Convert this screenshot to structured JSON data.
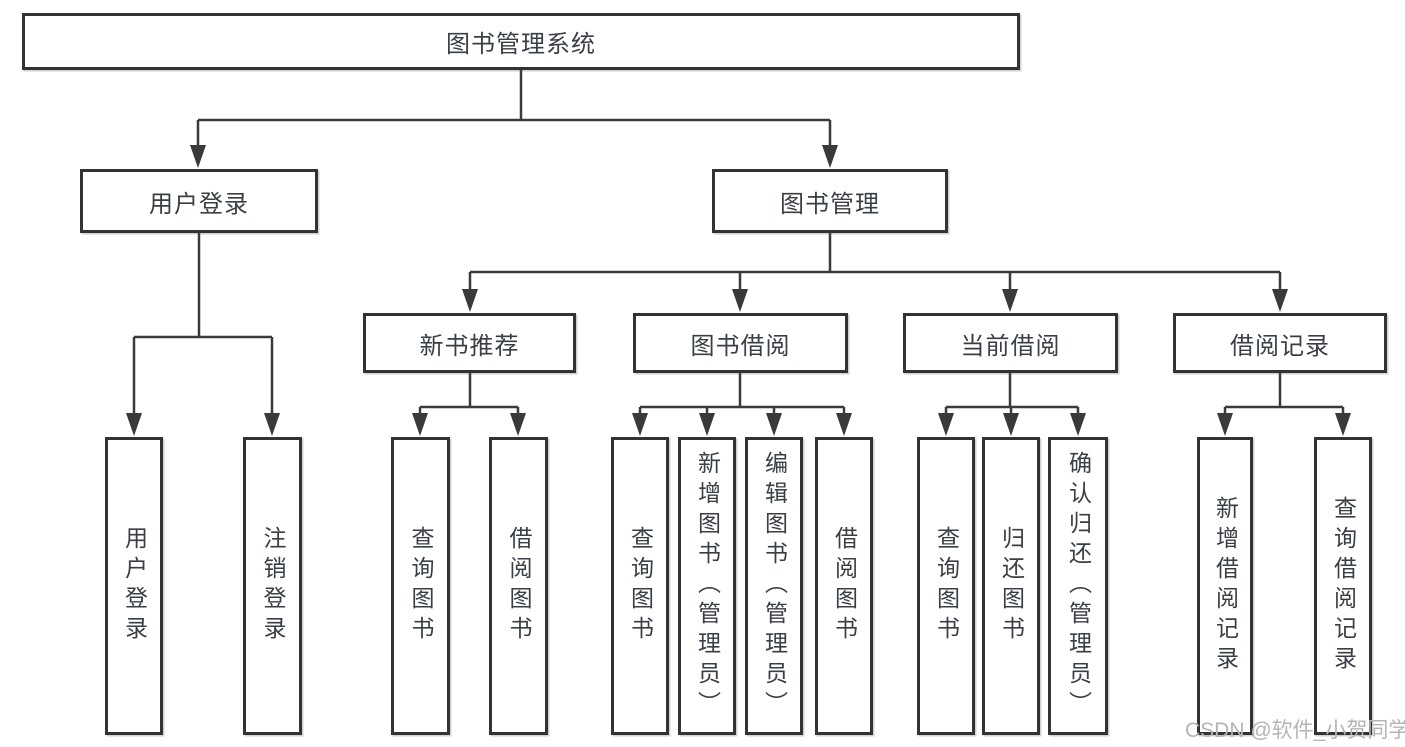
{
  "style": {
    "line_color": "#3a3a3a",
    "box_border": "#333333",
    "text_color": "#3a3f45",
    "watermark_color": "#b5b5b5",
    "background": "#ffffff"
  },
  "watermark": {
    "text": "CSDN @软件_小贺同学"
  },
  "diagram": {
    "title": "图书管理系统",
    "branches": [
      {
        "label": "用户登录",
        "leaves": [
          "用户登录",
          "注销登录"
        ]
      },
      {
        "label": "图书管理",
        "subbranches": [
          {
            "label": "新书推荐",
            "leaves": [
              "查询图书",
              "借阅图书"
            ]
          },
          {
            "label": "图书借阅",
            "leaves": [
              "查询图书",
              "新增图书（管理员）",
              "编辑图书（管理员）",
              "借阅图书"
            ]
          },
          {
            "label": "当前借阅",
            "leaves": [
              "查询图书",
              "归还图书",
              "确认归还（管理员）"
            ]
          },
          {
            "label": "借阅记录",
            "leaves": [
              "新增借阅记录",
              "查询借阅记录"
            ]
          }
        ]
      }
    ]
  }
}
